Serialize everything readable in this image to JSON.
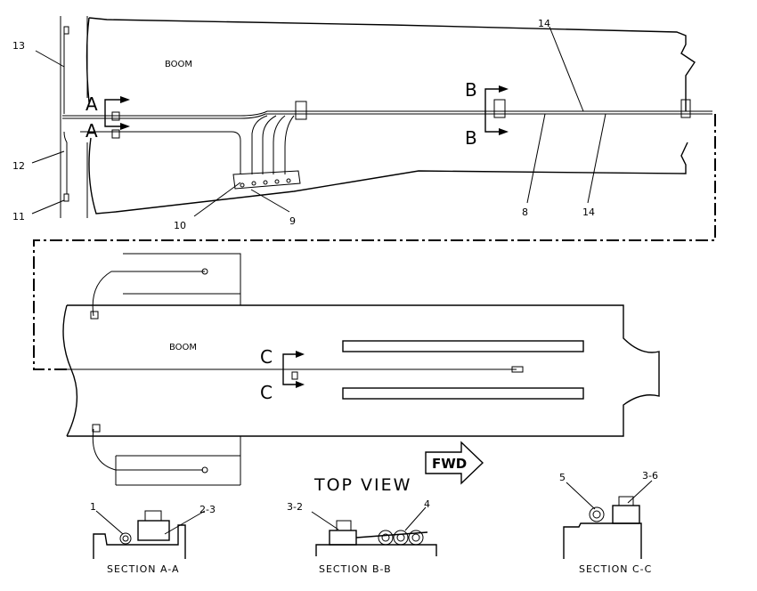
{
  "labels": {
    "boom_upper": "BOOM",
    "boom_lower": "BOOM",
    "top_view": "TOP VIEW",
    "fwd": "FWD",
    "section_a": "SECTION A-A",
    "section_b": "SECTION B-B",
    "section_c": "SECTION C-C"
  },
  "section_markers": {
    "a": "A",
    "b": "B",
    "c": "C"
  },
  "callouts": {
    "c13": "13",
    "c12": "12",
    "c11": "11",
    "c10": "10",
    "c9": "9",
    "c8": "8",
    "c14_top": "14",
    "c14_bottom": "14",
    "c1": "1",
    "c2_3": "2-3",
    "c3_2": "3-2",
    "c4": "4",
    "c5": "5",
    "c3_6": "3-6"
  }
}
